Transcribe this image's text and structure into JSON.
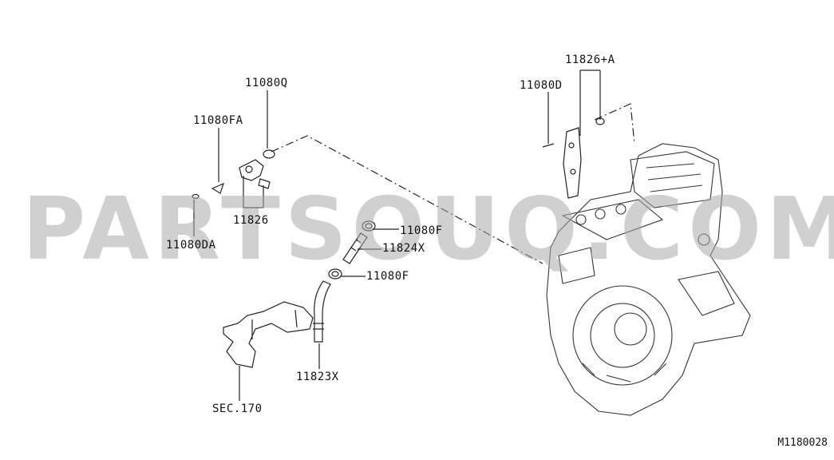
{
  "labels": {
    "part_11080q": "11080Q",
    "part_11080fa": "11080FA",
    "part_11826": "11826",
    "part_11080da": "11080DA",
    "part_11080f_upper": "11080F",
    "part_11824x": "11824X",
    "part_11080f_lower": "11080F",
    "part_11823x": "11823X",
    "sec_170": "SEC.170",
    "part_11826a": "11826+A",
    "part_11080d": "11080D"
  },
  "watermark": "PARTSOUQ.COM",
  "figure_code": "M1180028"
}
